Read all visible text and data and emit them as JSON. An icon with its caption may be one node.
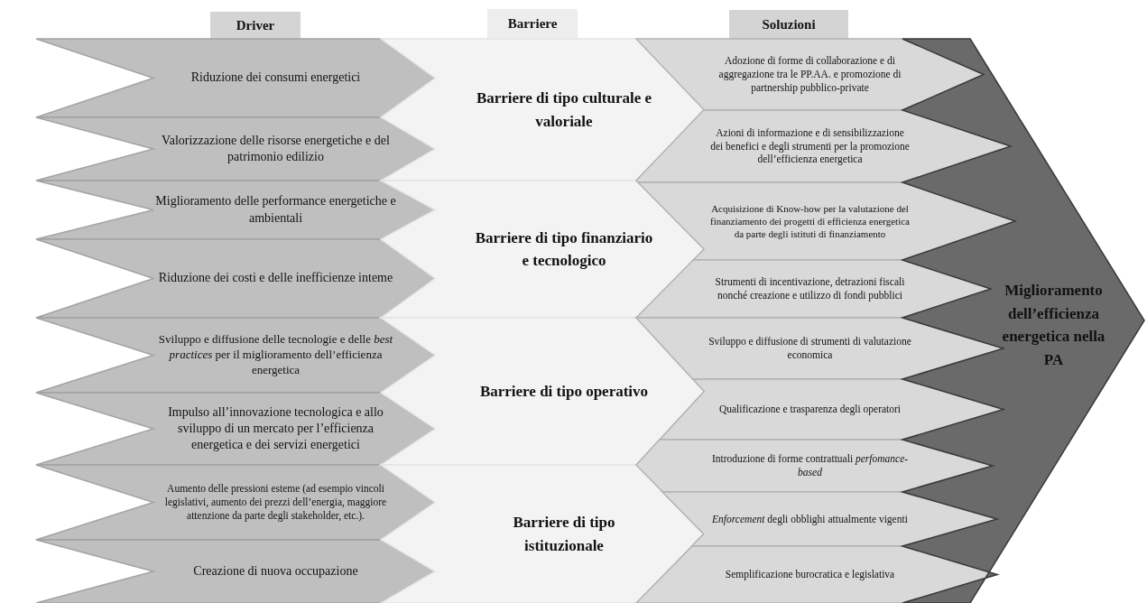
{
  "diagram": {
    "nodes": [
      {
        "text": [
          "Driver"
        ]
      },
      {
        "text": [
          "Barriere"
        ]
      },
      {
        "text": [
          "Soluzioni"
        ]
      },
      {
        "text": [
          "Riduzione dei consumi energetici"
        ]
      },
      {
        "text": [
          "Valorizzazione delle risorse energetiche e del patrimonio edilizio"
        ]
      },
      {
        "text": [
          "Miglioramento delle performance energetiche e ambientali"
        ]
      },
      {
        "text": [
          "Riduzione dei costi e delle inefficienze inteme"
        ]
      },
      {
        "text": [
          "Sviluppo e diffusione delle tecnologie e delle *best practices* per il miglioramento dell’efficienza energetica"
        ]
      },
      {
        "text": [
          "Impulso all’innovazione tecnologica e allo sviluppo di un mercato per l’efficienza energetica e dei servizi energetici"
        ]
      },
      {
        "text": [
          "Aumento delle pressioni esteme (ad esempio vincoli legislativi, aumento dei prezzi dell’energia, maggiore attenzione da parte degli stakeholder, etc.)."
        ]
      },
      {
        "text": [
          "Creazione di nuova occupazione"
        ]
      },
      {
        "text": [
          "Barriere di tipo culturale e valoriale"
        ]
      },
      {
        "text": [
          "Barriere di tipo finanziario e tecnologico"
        ]
      },
      {
        "text": [
          "Barriere di tipo operativo"
        ]
      },
      {
        "text": [
          "Barriere di tipo istituzionale"
        ]
      },
      {
        "text": [
          "Adozione di forme di collaborazione e di aggregazione tra le PP.AA. e promozione di partnership pubblico-private"
        ]
      },
      {
        "text": [
          "Azioni di informazione e di sensibilizzazione dei benefici e degli strumenti per la promozione dell’efficienza energetica"
        ]
      },
      {
        "text": [
          "Acquisizione di Know-how per la valutazione del finanziamento dei progetti di efficienza energetica da parte degli istituti di finanziamento"
        ]
      },
      {
        "text": [
          "Strumenti di incentivazione, detrazioni fiscali nonché creazione e utilizzo di fondi pubblici"
        ]
      },
      {
        "text": [
          "Sviluppo e diffusione di strumenti di valutazione economica"
        ]
      },
      {
        "text": [
          "Qualificazione e trasparenza degli operatori"
        ]
      },
      {
        "text": [
          "Introduzione di forme contrattuali *perfomance-based*"
        ]
      },
      {
        "text": [
          "*Enforcement* degli obblighi attualmente vigenti"
        ]
      },
      {
        "text": [
          "Semplificazione burocratica e legislativa"
        ]
      },
      {
        "text": [
          "Miglioramento dell’efficienza energetica nella PA"
        ]
      }
    ]
  }
}
